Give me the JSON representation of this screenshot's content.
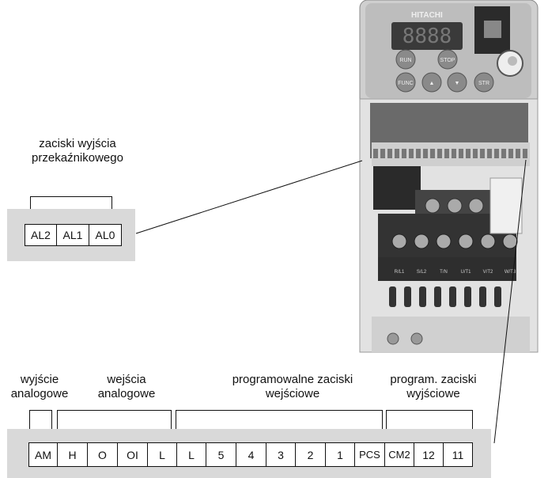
{
  "relay_group": {
    "title_line1": "zaciski wyjścia",
    "title_line2": "przekaźnikowego",
    "terminals": [
      "AL2",
      "AL1",
      "AL0"
    ]
  },
  "bottom_groups": {
    "analog_out_line1": "wyjście",
    "analog_out_line2": "analogowe",
    "analog_in_line1": "wejścia",
    "analog_in_line2": "analogowe",
    "prog_in_line1": "programowalne zaciski",
    "prog_in_line2": "wejściowe",
    "prog_out_line1": "program. zaciski",
    "prog_out_line2": "wyjściowe"
  },
  "terminals": [
    "AM",
    "H",
    "O",
    "OI",
    "L",
    "L",
    "5",
    "4",
    "3",
    "2",
    "1",
    "PCS",
    "CM2",
    "12",
    "11"
  ],
  "device": {
    "brand": "HITACHI",
    "display": "8888",
    "buttons": [
      "RUN",
      "STOP",
      "FUNC",
      "▲",
      "▼",
      "STR"
    ],
    "terminal_marks": [
      "R/L1",
      "S/L2",
      "T/N",
      "U/T1",
      "V/T2",
      "W/T3"
    ]
  }
}
